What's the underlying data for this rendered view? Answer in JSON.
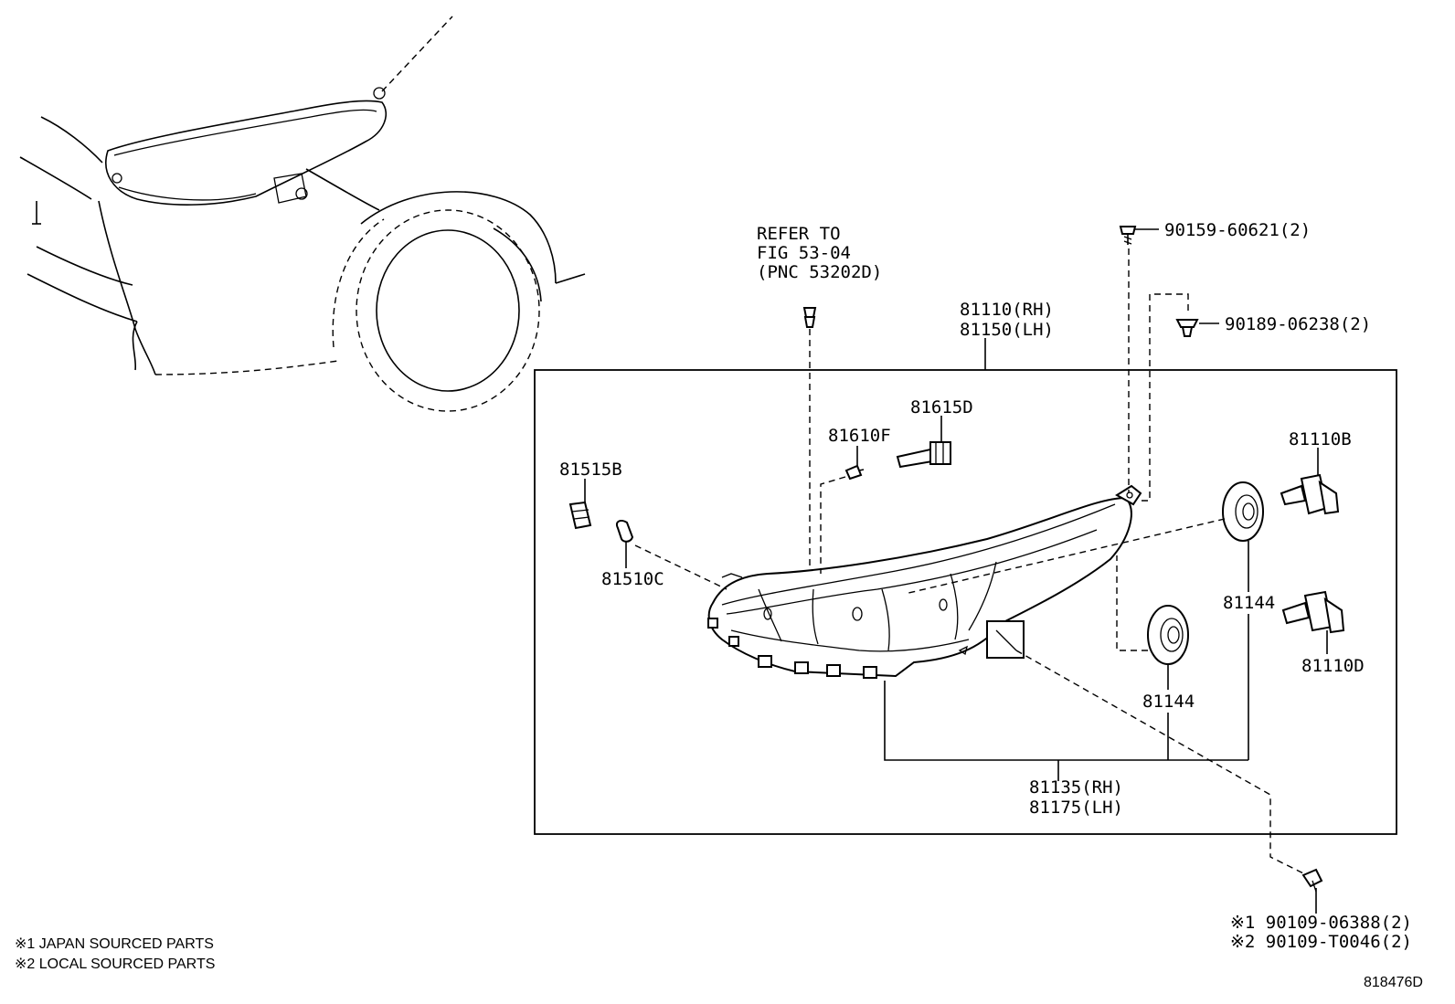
{
  "refer": {
    "line1": "REFER TO",
    "line2": "FIG 53-04",
    "line3": "(PNC 53202D)"
  },
  "parts": {
    "p90159": "90159-60621(2)",
    "p90189": "90189-06238(2)",
    "p81110rh": "81110(RH)",
    "p81150lh": "81150(LH)",
    "p81615d": "81615D",
    "p81610f": "81610F",
    "p81515b": "81515B",
    "p81510c": "81510C",
    "p81110b": "81110B",
    "p81144a": "81144",
    "p81144b": "81144",
    "p81110d": "81110D",
    "p81135rh": "81135(RH)",
    "p81175lh": "81175(LH)",
    "p90109a": "※1 90109-06388(2)",
    "p90109b": "※2 90109-T0046(2)"
  },
  "notes": {
    "note1": "※1 JAPAN SOURCED PARTS",
    "note2": "※2 LOCAL SOURCED PARTS"
  },
  "figure_id": "818476D"
}
